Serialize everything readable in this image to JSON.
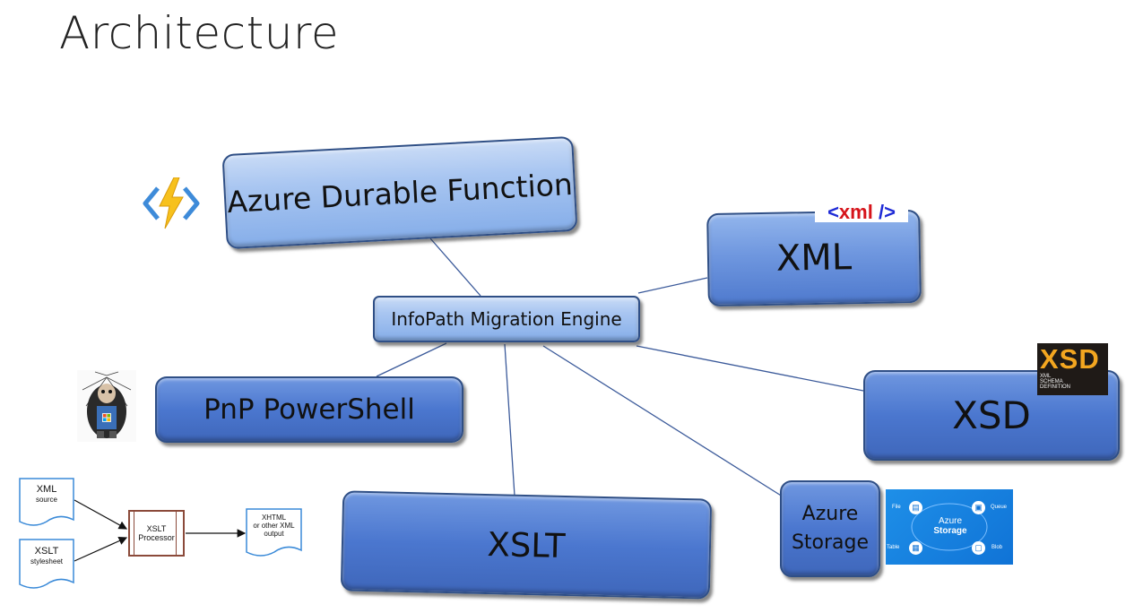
{
  "title": "Architecture",
  "nodes": {
    "azure_durable_function": "Azure Durable Function",
    "infopath_engine": "InfoPath Migration Engine",
    "xml": "XML",
    "pnp_powershell": "PnP PowerShell",
    "xsd": "XSD",
    "xslt": "XSLT",
    "azure_storage_line1": "Azure",
    "azure_storage_line2": "Storage"
  },
  "xml_badge": {
    "open": "<",
    "word": "xml",
    "close": " />"
  },
  "xsd_logo": {
    "big": "XSD",
    "line1": "XML",
    "line2": "SCHEMA",
    "line3": "DEFINITION"
  },
  "xslt_flow": {
    "xml_source_1": "XML",
    "xml_source_2": "source",
    "xslt_stylesheet_1": "XSLT",
    "xslt_stylesheet_2": "stylesheet",
    "processor_1": "XSLT",
    "processor_2": "Processor",
    "output_1": "XHTML",
    "output_2": "or other XML",
    "output_3": "output"
  },
  "azure_storage_graphic": {
    "title1": "Azure",
    "title2": "Storage",
    "file": "File",
    "queue": "Queue",
    "table": "Table",
    "blob": "Blob"
  },
  "colors": {
    "box_border": "#2f4f86",
    "box_light": "#a9c6f1",
    "box_medium": "#6f97df",
    "box_deep": "#4b77cf",
    "connector": "#3b5a9a",
    "xml_blue": "#1f2bd6",
    "xml_red": "#d6141b",
    "xsd_orange": "#f3a620",
    "storage_blue": "#1073d6"
  }
}
